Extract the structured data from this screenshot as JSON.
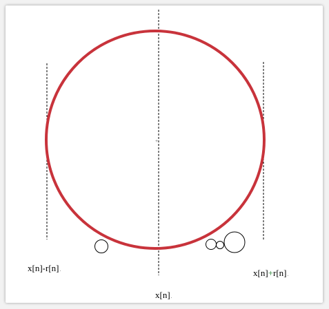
{
  "diagram": {
    "colors": {
      "main_circle": "#c8333b",
      "guide_lines": "#000000",
      "small_circles": "#000000",
      "background": "#ffffff"
    },
    "labels": {
      "left_prefix": "x[n]-r[n]",
      "right_part1": "x[n]",
      "right_plus": "+",
      "right_part2": "r[n]",
      "center": "x[n]",
      "paragraph_mark": ".",
      "center_mark": "+"
    }
  }
}
